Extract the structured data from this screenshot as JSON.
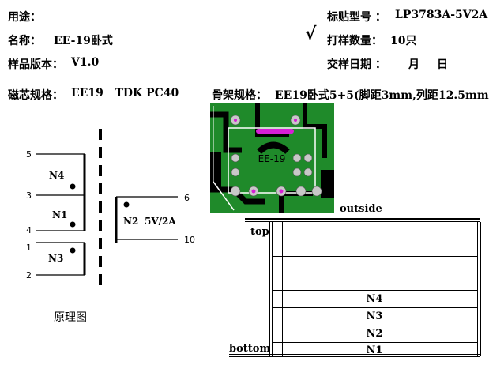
{
  "header": {
    "usage_label": "用途：",
    "name_label": "名称：",
    "name_value": "EE-19卧式",
    "version_label": "样品版本：",
    "version_value": "V1.0",
    "model_label": "标贴型号 ：",
    "model_value": "LP3783A-5V2A",
    "check_mark": "√",
    "quantity_label": "打样数量：",
    "quantity_value": "10只",
    "delivery_label": "交样日期 ：",
    "delivery_month": "月",
    "delivery_day": "日",
    "core_label": "磁芯规格：",
    "core_value": "EE19   TDK PC40",
    "bobbin_label": "骨架规格：",
    "bobbin_value": "EE19卧式5+5(脚距3mm,列距12.5mm)"
  },
  "schematic": {
    "pins_left": [
      "5",
      "3",
      "4",
      "1",
      "2"
    ],
    "pins_right": [
      "6",
      "10"
    ],
    "windings": {
      "n4": "N4",
      "n1": "N1",
      "n3": "N3",
      "n2": "N2",
      "n2_rating": "5V/2A"
    },
    "caption": "原理图"
  },
  "pcb": {
    "label": "EE-19",
    "colors": {
      "board": "#1f8a2a",
      "trace": "#000000",
      "silk": "#ffffff",
      "accent": "#d61fd6"
    }
  },
  "stackup": {
    "outside_label": "outside",
    "top_label": "top",
    "bottom_label": "bottom",
    "rows": [
      "",
      "",
      "",
      "",
      "N4",
      "N3",
      "N2",
      "N1"
    ]
  }
}
